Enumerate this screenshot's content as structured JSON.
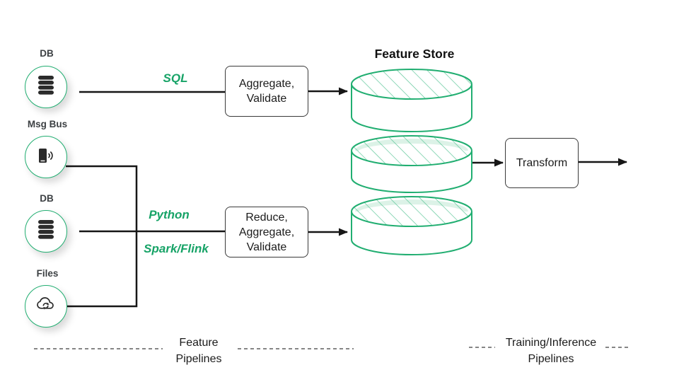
{
  "diagram": {
    "title": "Feature Store",
    "sources": [
      {
        "label": "DB",
        "icon": "database-icon"
      },
      {
        "label": "Msg Bus",
        "icon": "message-bus-icon"
      },
      {
        "label": "DB",
        "icon": "database-icon"
      },
      {
        "label": "Files",
        "icon": "cloud-sync-icon"
      }
    ],
    "tech_labels": {
      "sql": "SQL",
      "python": "Python",
      "spark": "Spark/Flink"
    },
    "boxes": {
      "aggregate": {
        "line1": "Aggregate,",
        "line2": "Validate"
      },
      "reduce": {
        "line1": "Reduce,",
        "line2": "Aggregate,",
        "line3": "Validate"
      },
      "transform": {
        "label": "Transform"
      }
    },
    "sections": {
      "feature_pipelines": {
        "line1": "Feature",
        "line2": "Pipelines"
      },
      "training_inference": {
        "line1": "Training/Inference",
        "line2": "Pipelines"
      }
    },
    "colors": {
      "accent_green": "#21ae71",
      "hatch_green": "#5fc79a",
      "tint_green": "#dcf2e7",
      "line_black": "#161616",
      "label_gray": "#3c4043",
      "text_black": "#202124"
    }
  }
}
